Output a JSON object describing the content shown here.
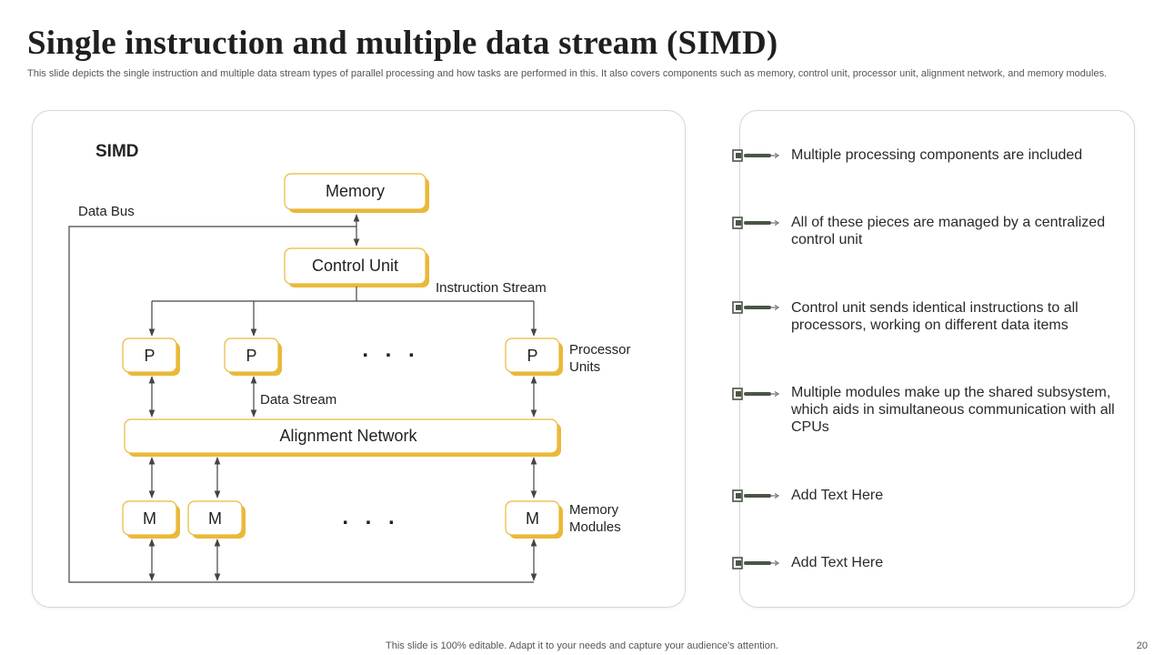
{
  "slide": {
    "title": "Single instruction and multiple data stream (SIMD)",
    "subtitle": "This slide depicts the single instruction and multiple data stream types of parallel processing and how tasks are performed in this. It also covers components such as memory, control unit, processor unit, alignment network, and memory modules.",
    "footer": "This slide is 100% editable. Adapt it to your needs and capture your audience's attention.",
    "page_number": "20"
  },
  "diagram": {
    "heading": "SIMD",
    "data_bus_label": "Data Bus",
    "memory_label": "Memory",
    "control_unit_label": "Control Unit",
    "instruction_stream_label": "Instruction  Stream",
    "processor_label": "P",
    "processor_units_label_1": "Processor",
    "processor_units_label_2": "Units",
    "data_stream_label": "Data Stream",
    "alignment_network_label": "Alignment Network",
    "memory_module_label": "M",
    "memory_modules_label_1": "Memory",
    "memory_modules_label_2": "Modules",
    "ellipsis": ". . ."
  },
  "bullets": [
    {
      "text": "Multiple processing components are included"
    },
    {
      "text": "All of these pieces are managed by a centralized control unit"
    },
    {
      "text": "Control unit sends identical instructions to all processors, working on different data items"
    },
    {
      "text": "Multiple modules make up the shared subsystem, which aids in simultaneous communication with all CPUs"
    },
    {
      "text": "Add Text Here"
    },
    {
      "text": "Add Text Here"
    }
  ],
  "colors": {
    "accent": "#e9b93a",
    "line": "#444444",
    "bullet_icon": "#4a5546"
  }
}
